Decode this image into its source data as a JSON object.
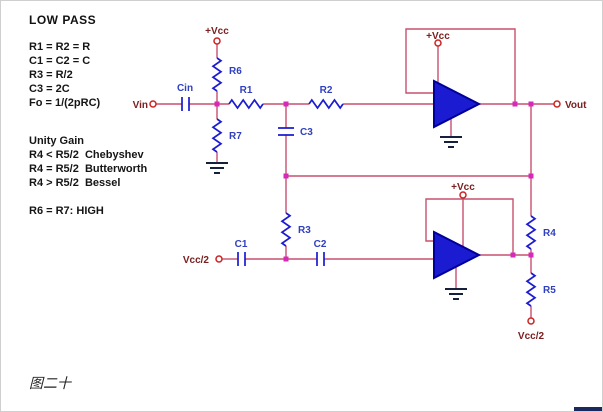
{
  "panel": {
    "title": "LOW PASS",
    "equations": [
      "R1 = R2 = R",
      "C1 = C2 = C",
      "R3 = R/2",
      "C3 = 2C",
      "Fo = 1/(2pRC)"
    ],
    "gain_heading": "Unity Gain",
    "gain_rules": [
      "R4 < R5/2  Chebyshev",
      "R4 = R5/2  Butterworth",
      "R4 > R5/2  Bessel"
    ],
    "note": "R6 = R7: HIGH"
  },
  "schematic": {
    "power_labels": {
      "vcc_top": "+Vcc",
      "vcc_oa1": "+Vcc",
      "vcc_oa2": "+Vcc",
      "vcc_half_left": "Vcc/2",
      "vcc_half_right": "Vcc/2"
    },
    "terminals": {
      "vin": "Vin",
      "vout": "Vout"
    },
    "components": {
      "cin": "Cin",
      "r1": "R1",
      "r2": "R2",
      "r3": "R3",
      "r4": "R4",
      "r5": "R5",
      "r6": "R6",
      "r7": "R7",
      "c1": "C1",
      "c2": "C2",
      "c3": "C3"
    },
    "colors": {
      "wire": "#c7506e",
      "component": "#1b1bd1",
      "label": "#2f3fc0",
      "terminal": "#cc2222",
      "power_label": "#7a2020",
      "junction": "#d629b9",
      "ground": "#15203c"
    }
  },
  "caption": "图二十"
}
